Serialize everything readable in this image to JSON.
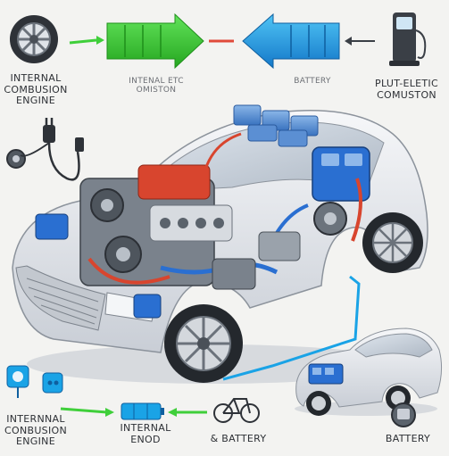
{
  "labels": {
    "top_left_line1": "INTERNAL",
    "top_left_line2": "COMBUSION",
    "top_left_line3": "ENGINE",
    "top_center_left_line1": "INTENAL ETC",
    "top_center_left_line2": "OMISTON",
    "top_center_right": "BATTERY",
    "top_right_line1": "PLUT-ELETIC",
    "top_right_line2": "COMUSTON",
    "bottom_left_line1": "INTERNNAL",
    "bottom_left_line2": "CONBUSION",
    "bottom_left_line3": "ENGINE",
    "bottom_center_line1": "INTERNAL",
    "bottom_center_line2": "ENOD",
    "bottom_center_right": "& BATTERY",
    "bottom_right": "BATTERY"
  },
  "icons": {
    "top_row": [
      "wheel-icon",
      "green-arrow-icon",
      "blue-arrow-icon",
      "charging-station-icon"
    ],
    "side": [
      "plug-icon",
      "charger-icon"
    ],
    "bottom_row": [
      "socket-icon",
      "outlet-icon",
      "battery-cell-icon",
      "bicycle-icon",
      "battery-pack-icon"
    ]
  },
  "colors": {
    "background": "#f3f3f1",
    "green_arrow": "#3fcf3a",
    "blue_arrow": "#1aa3e6",
    "car_body": "#e6e8eb",
    "engine_blue": "#2a6fd1",
    "engine_red": "#d8452e",
    "engine_grey": "#6c737c"
  }
}
